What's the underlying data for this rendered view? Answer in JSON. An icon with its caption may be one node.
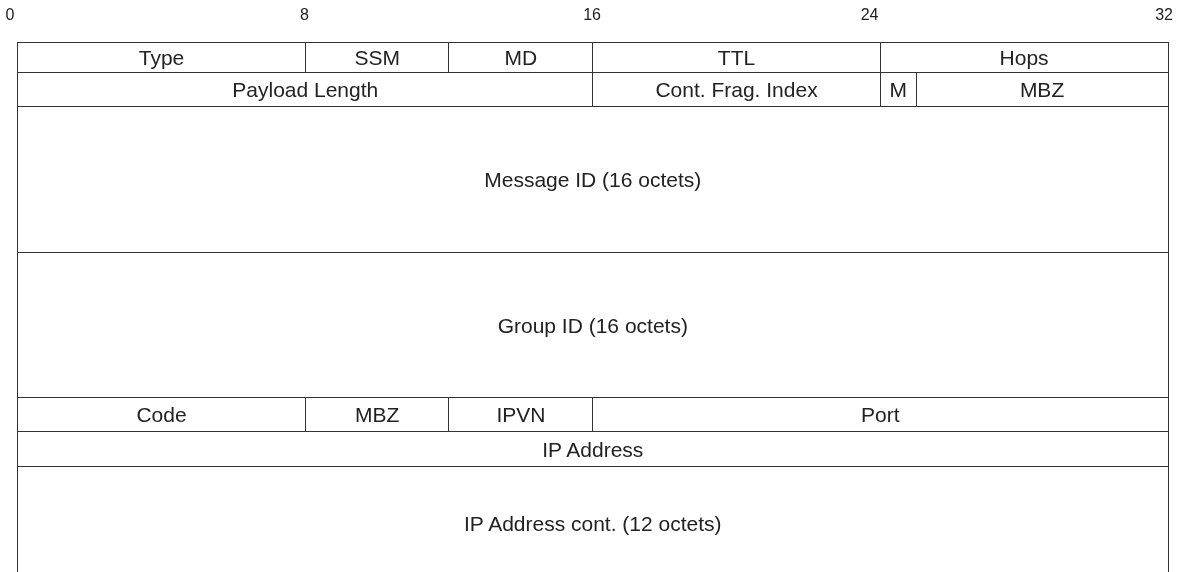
{
  "diagram": {
    "nodes": [
      {
        "text": [
          "Type"
        ]
      },
      {
        "text": [
          "SSM"
        ]
      },
      {
        "text": [
          "MD"
        ]
      },
      {
        "text": [
          "TTL"
        ]
      },
      {
        "text": [
          "Hops"
        ]
      },
      {
        "text": [
          "Payload Length"
        ]
      },
      {
        "text": [
          "Cont. Frag. Index"
        ]
      },
      {
        "text": [
          "M"
        ]
      },
      {
        "text": [
          "MBZ"
        ]
      },
      {
        "text": [
          "Message ID (16 octets)"
        ]
      },
      {
        "text": [
          "Group ID (16 octets)"
        ]
      },
      {
        "text": [
          "Code"
        ]
      },
      {
        "text": [
          "MBZ"
        ]
      },
      {
        "text": [
          "IPVN"
        ]
      },
      {
        "text": [
          "Port"
        ]
      },
      {
        "text": [
          "IP Address"
        ]
      },
      {
        "text": [
          "IP Address cont. (12 octets)"
        ]
      }
    ],
    "edges": [],
    "labels": [
      "0",
      "8",
      "16",
      "24",
      "32"
    ]
  }
}
